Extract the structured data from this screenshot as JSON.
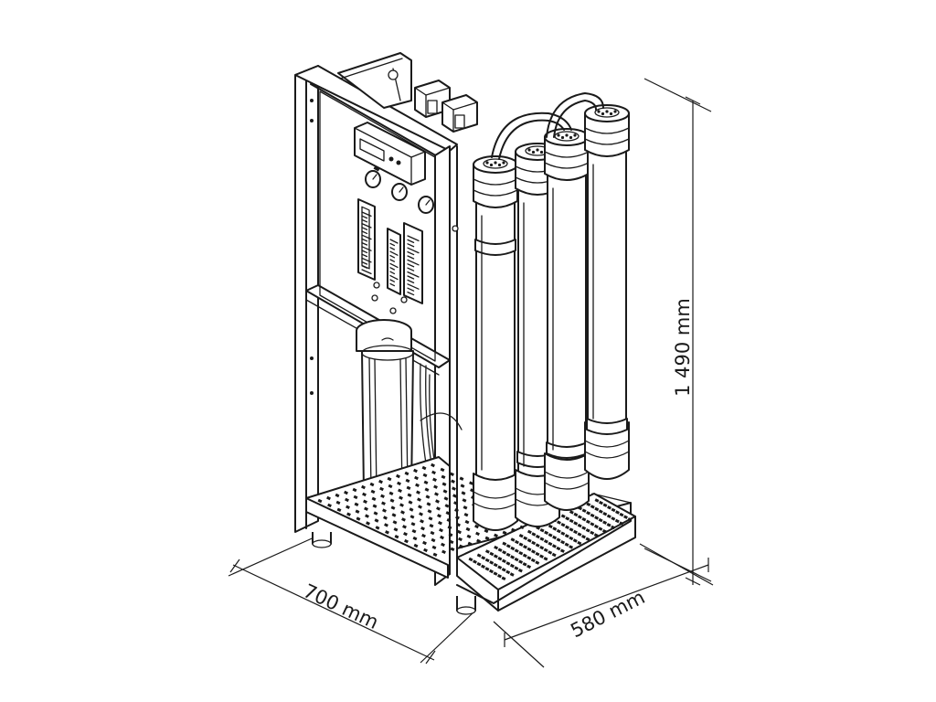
{
  "dimensions": {
    "height_label": "1 490 mm",
    "width_label": "700 mm",
    "depth_label": "580 mm"
  },
  "colors": {
    "line": "#1a1a1a",
    "background": "#ffffff"
  }
}
